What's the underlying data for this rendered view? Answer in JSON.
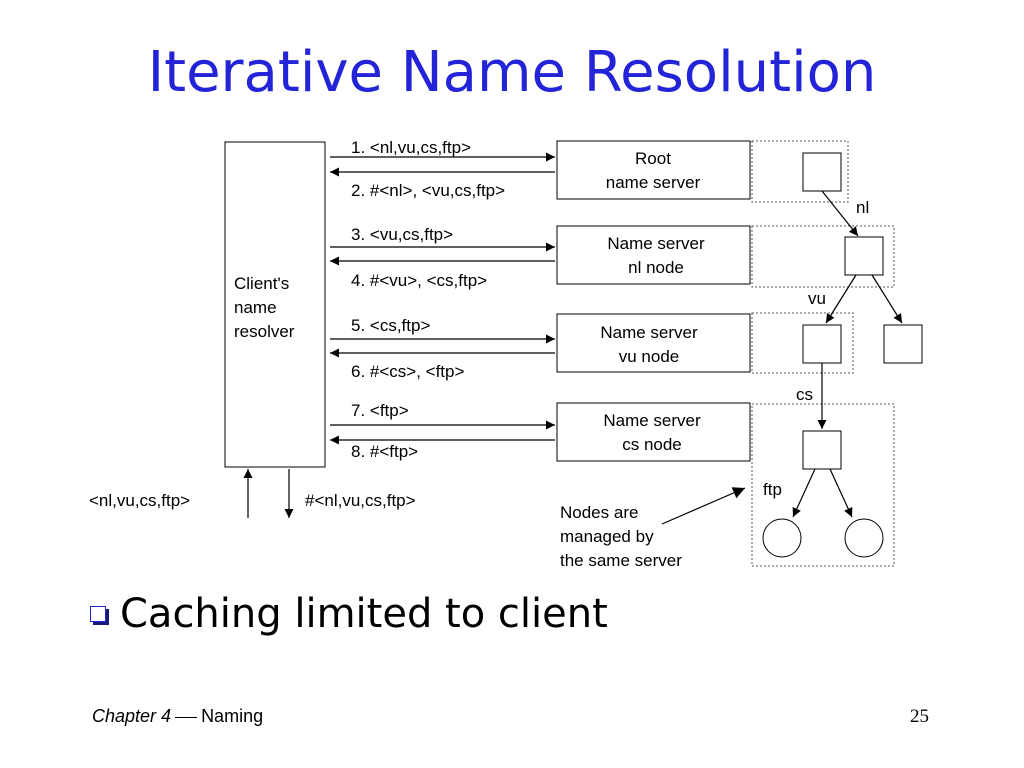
{
  "title": "Iterative Name Resolution",
  "client": {
    "line1": "Client's",
    "line2": "name",
    "line3": "resolver"
  },
  "servers": [
    {
      "line1": "Root",
      "line2": "name server"
    },
    {
      "line1": "Name server",
      "line2": "nl node"
    },
    {
      "line1": "Name server",
      "line2": "vu node"
    },
    {
      "line1": "Name server",
      "line2": "cs node"
    }
  ],
  "messages": [
    "1. <nl,vu,cs,ftp>",
    "2. #<nl>, <vu,cs,ftp>",
    "3. <vu,cs,ftp>",
    "4. #<vu>, <cs,ftp>",
    "5. <cs,ftp>",
    "6. #<cs>, <ftp>",
    "7. <ftp>",
    "8. #<ftp>"
  ],
  "client_io": {
    "input": "<nl,vu,cs,ftp>",
    "output": "#<nl,vu,cs,ftp>"
  },
  "tree_labels": {
    "nl": "nl",
    "vu": "vu",
    "cs": "cs",
    "ftp": "ftp"
  },
  "note": {
    "line1": "Nodes are",
    "line2": "managed by",
    "line3": "the same server"
  },
  "bullet": "Caching limited to client",
  "footer": {
    "chapter": "Chapter 4",
    "topic": "Naming",
    "page": "25"
  }
}
